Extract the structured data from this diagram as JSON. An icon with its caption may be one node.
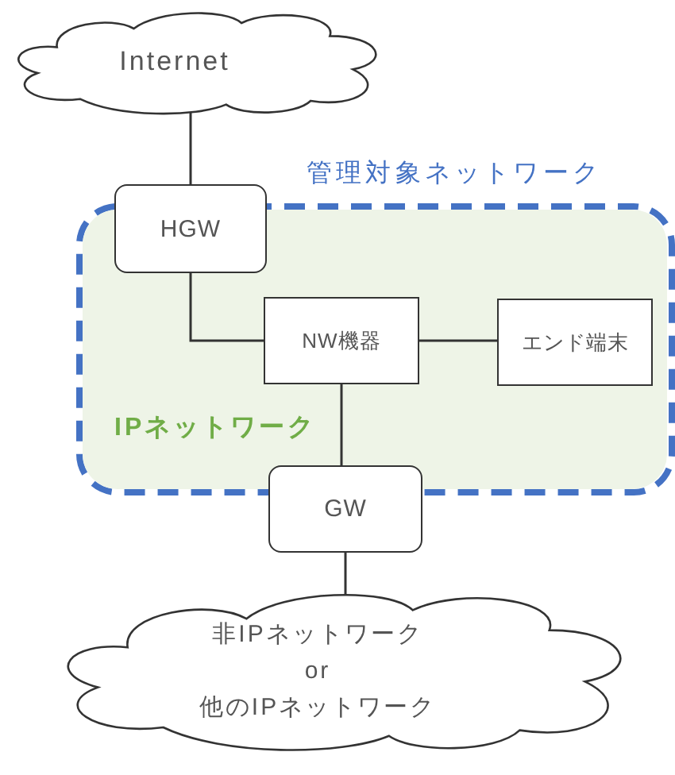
{
  "diagram": {
    "nodes": [
      {
        "text": [
          "Internet"
        ]
      },
      {
        "text": [
          "管理対象ネットワーク"
        ]
      },
      {
        "text": [
          "IPネットワーク"
        ],
        "in": 1
      },
      {
        "text": [
          "HGW"
        ]
      },
      {
        "text": [
          "NW機器"
        ],
        "in": 2
      },
      {
        "text": [
          "エンド端末"
        ],
        "in": 2
      },
      {
        "text": [
          "GW"
        ]
      },
      {
        "text": [
          "非IPネットワーク",
          "or",
          "他のIPネットワーク"
        ]
      }
    ],
    "edges": [
      {
        "from": 0,
        "to": 3,
        "arrow": "none"
      },
      {
        "from": 3,
        "to": 4,
        "arrow": "none"
      },
      {
        "from": 4,
        "to": 5,
        "arrow": "none"
      },
      {
        "from": 4,
        "to": 6,
        "arrow": "none"
      },
      {
        "from": 6,
        "to": 7,
        "arrow": "none"
      }
    ]
  }
}
